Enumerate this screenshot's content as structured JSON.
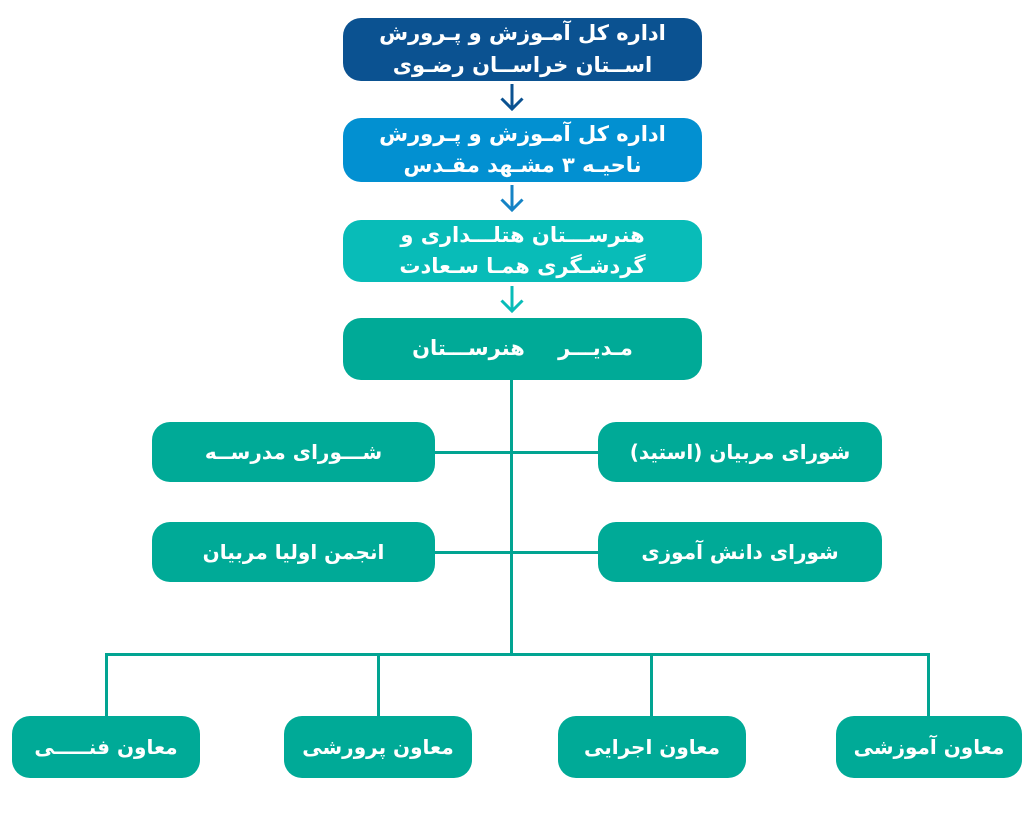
{
  "hierarchy": {
    "province": {
      "line1": "اداره کل آمـوزش و پـرورش",
      "line2": "اســتان خراســان رضـوی"
    },
    "district": {
      "line1": "اداره کل آمـوزش و پـرورش",
      "line2": "ناحیـه ۳ مشـهد مقـدس"
    },
    "school": {
      "line1": "هنرســـتان هتلـــداری و",
      "line2": "گردشـگری همـا سـعادت"
    },
    "principal": {
      "label": "مـدیـــر هنرســـتان"
    }
  },
  "councils": [
    {
      "label": "شـــورای مدرســه"
    },
    {
      "label": "شورای مربیان (استید)"
    },
    {
      "label": "انجمن اولیا مربیان"
    },
    {
      "label": "شورای دانش آموزی"
    }
  ],
  "deputies": [
    {
      "label": "معاون فنـــــی"
    },
    {
      "label": "معاون پرورشی"
    },
    {
      "label": "معاون اجرایی"
    },
    {
      "label": "معاون آموزشی"
    }
  ],
  "colors": {
    "province_box": "#0b5291",
    "district_box": "#0290d1",
    "school_box": "#08bcb8",
    "teal_box": "#00aa97",
    "connector_line": "#01a492",
    "arrow1": "#0b5291",
    "arrow2": "#1583c5",
    "arrow3": "#08bcb8",
    "text": "#ffffff",
    "background": "#ffffff"
  }
}
